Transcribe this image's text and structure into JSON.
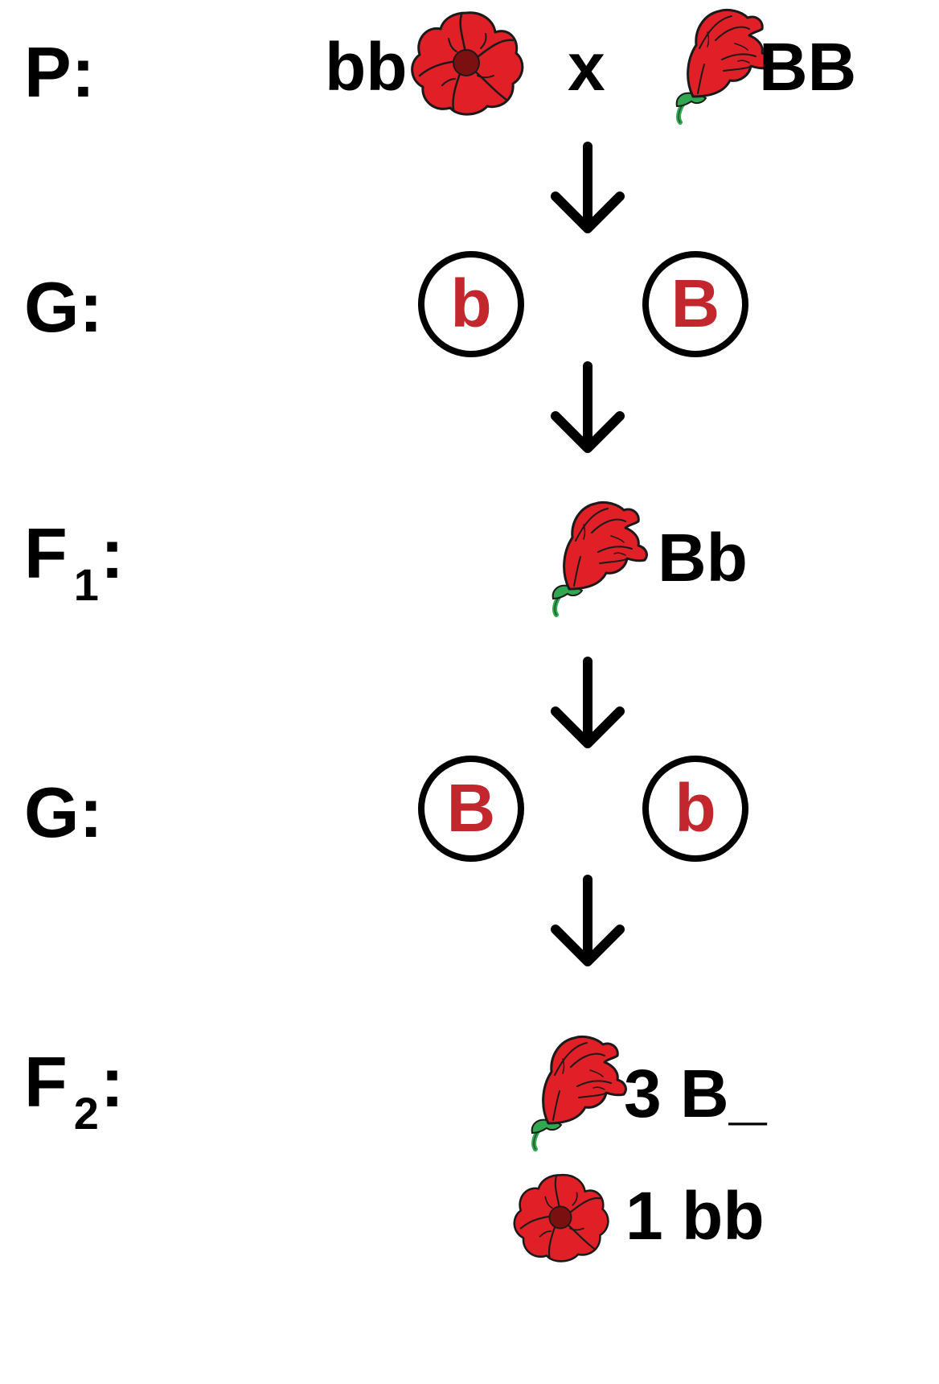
{
  "rows": {
    "p": {
      "label": "P:",
      "left_genotype": "bb",
      "cross_symbol": "x",
      "right_genotype": "BB"
    },
    "g1": {
      "label": "G:",
      "gamete_left": "b",
      "gamete_right": "B"
    },
    "f1": {
      "label_letter": "F",
      "label_sub": "1",
      "label_colon": ":",
      "genotype": "Bb"
    },
    "g2": {
      "label": "G:",
      "gamete_left": "B",
      "gamete_right": "b"
    },
    "f2": {
      "label_letter": "F",
      "label_sub": "2",
      "label_colon": ":",
      "result_dominant": "3 B_",
      "result_recessive": "1 bb"
    }
  },
  "icons": {
    "open_flower": "round-red-flower-icon",
    "side_flower": "snapdragon-flower-icon"
  },
  "colors": {
    "text": "#000000",
    "allele": "#c1272d",
    "petal": "#e11f26",
    "petal_outline": "#1a1a1a",
    "center": "#7a1010",
    "stem": "#2fa84f"
  }
}
